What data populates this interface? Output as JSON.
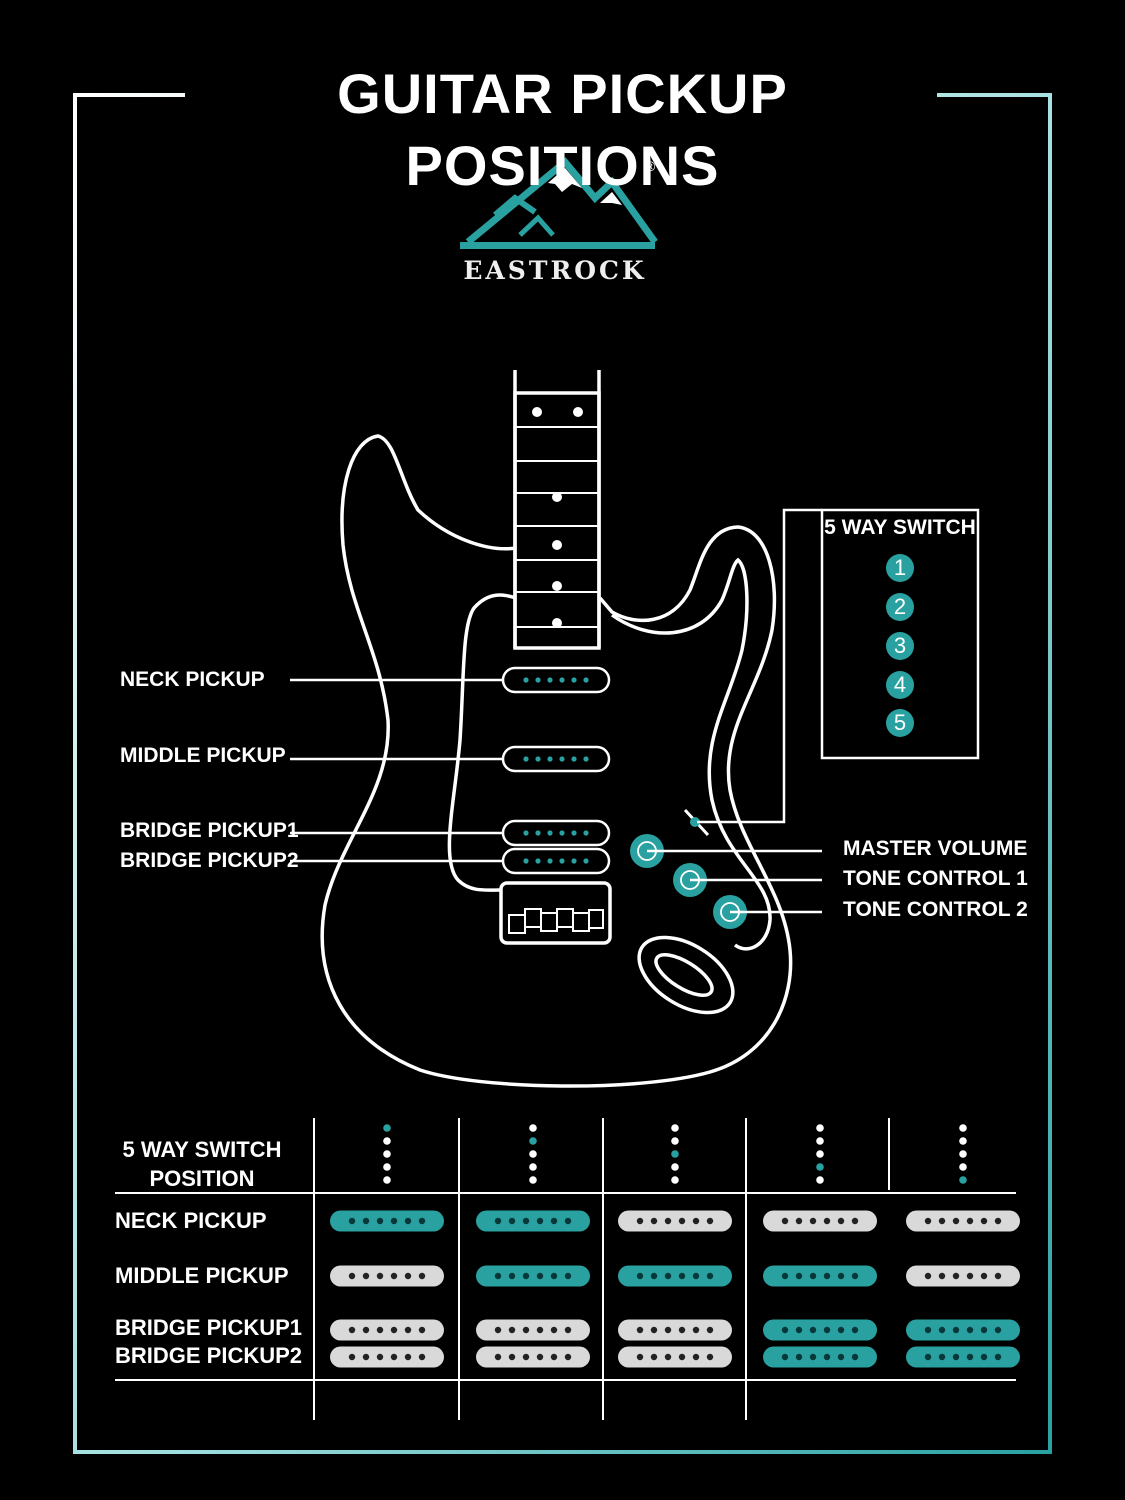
{
  "title": "GUITAR PICKUP POSITIONS",
  "brand": {
    "name": "EASTROCK",
    "registered_mark": "®",
    "logo_icon": "mountain-logo-icon"
  },
  "colors": {
    "accent": "#2aa1a1",
    "off": "#d9d9d9",
    "background": "#000000",
    "line": "#ffffff"
  },
  "guitar_labels": {
    "neck": "NECK PICKUP",
    "middle": "MIDDLE PICKUP",
    "bridge1": "BRIDGE PICKUP1",
    "bridge2": "BRIDGE PICKUP2",
    "master_volume": "MASTER VOLUME",
    "tone1": "TONE CONTROL 1",
    "tone2": "TONE CONTROL 2"
  },
  "switch_box": {
    "title": "5 WAY SWITCH",
    "positions": [
      "1",
      "2",
      "3",
      "4",
      "5"
    ]
  },
  "table": {
    "header": [
      "5 WAY SWITCH",
      "POSITION"
    ],
    "rows": [
      {
        "label": "NECK PICKUP",
        "active": [
          true,
          true,
          false,
          false,
          false
        ]
      },
      {
        "label": "MIDDLE PICKUP",
        "active": [
          false,
          true,
          true,
          true,
          false
        ]
      },
      {
        "label": "BRIDGE PICKUP1",
        "active": [
          false,
          false,
          false,
          true,
          true
        ]
      },
      {
        "label": "BRIDGE PICKUP2",
        "active": [
          false,
          false,
          false,
          true,
          true
        ]
      }
    ],
    "switch_positions": [
      1,
      2,
      3,
      4,
      5
    ]
  }
}
